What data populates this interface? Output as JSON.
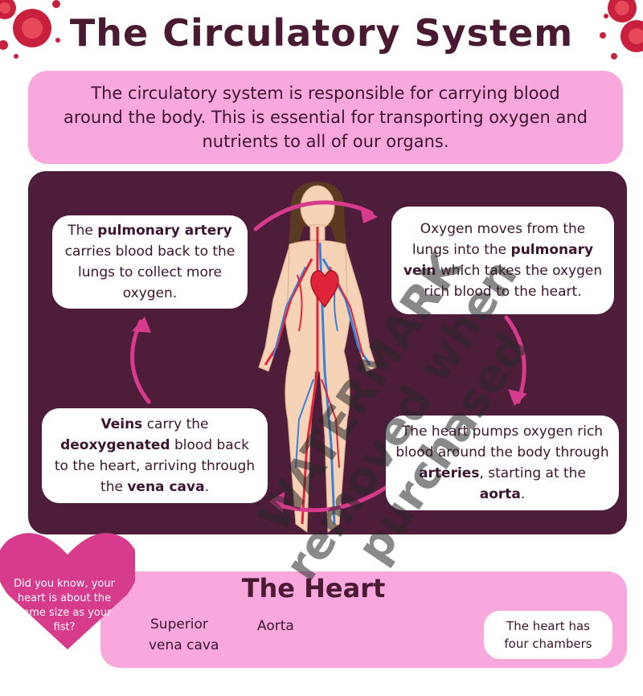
{
  "title": "The Circulatory System",
  "intro": "The circulatory system is responsible for carrying blood around the body. This is essential for transporting oxygen and nutrients to all of our organs.",
  "bubbles": {
    "top_left": {
      "t1": "The ",
      "b1": "pulmonary artery",
      "t2": " carries blood back to the lungs to collect more oxygen."
    },
    "top_right": {
      "t1": "Oxygen moves from the lungs into the ",
      "b1": "pulmonary vein",
      "t2": " which takes the oxygen rich blood to the heart."
    },
    "bottom_left": {
      "b1": "Veins",
      "t1": " carry the ",
      "b2": "deoxygenated",
      "t2": " blood back to the heart, arriving through the ",
      "b3": "vena cava",
      "t3": "."
    },
    "bottom_right": {
      "t1": "The heart pumps oxygen rich blood around the body through ",
      "b1": "arteries",
      "t2": ", starting at the ",
      "b2": "aorta",
      "t3": "."
    }
  },
  "heart_section": {
    "title": "The Heart",
    "label_superior": "Superior",
    "label_superior_2": "vena cava",
    "label_aorta": "Aorta",
    "chambers_line1": "The heart has",
    "chambers_line2": "four chambers"
  },
  "did_you_know": "Did you know, your heart is about the same size as your fist?",
  "watermark": {
    "line1": "WATERMARK",
    "line2": "removed when purchased"
  },
  "colors": {
    "title": "#4a1a33",
    "pink": "#f8a8dc",
    "dark_panel": "#4e1d3a",
    "arrow": "#d63b8c",
    "blood_red": "#e0253a",
    "cell_red": "#c8203d"
  }
}
